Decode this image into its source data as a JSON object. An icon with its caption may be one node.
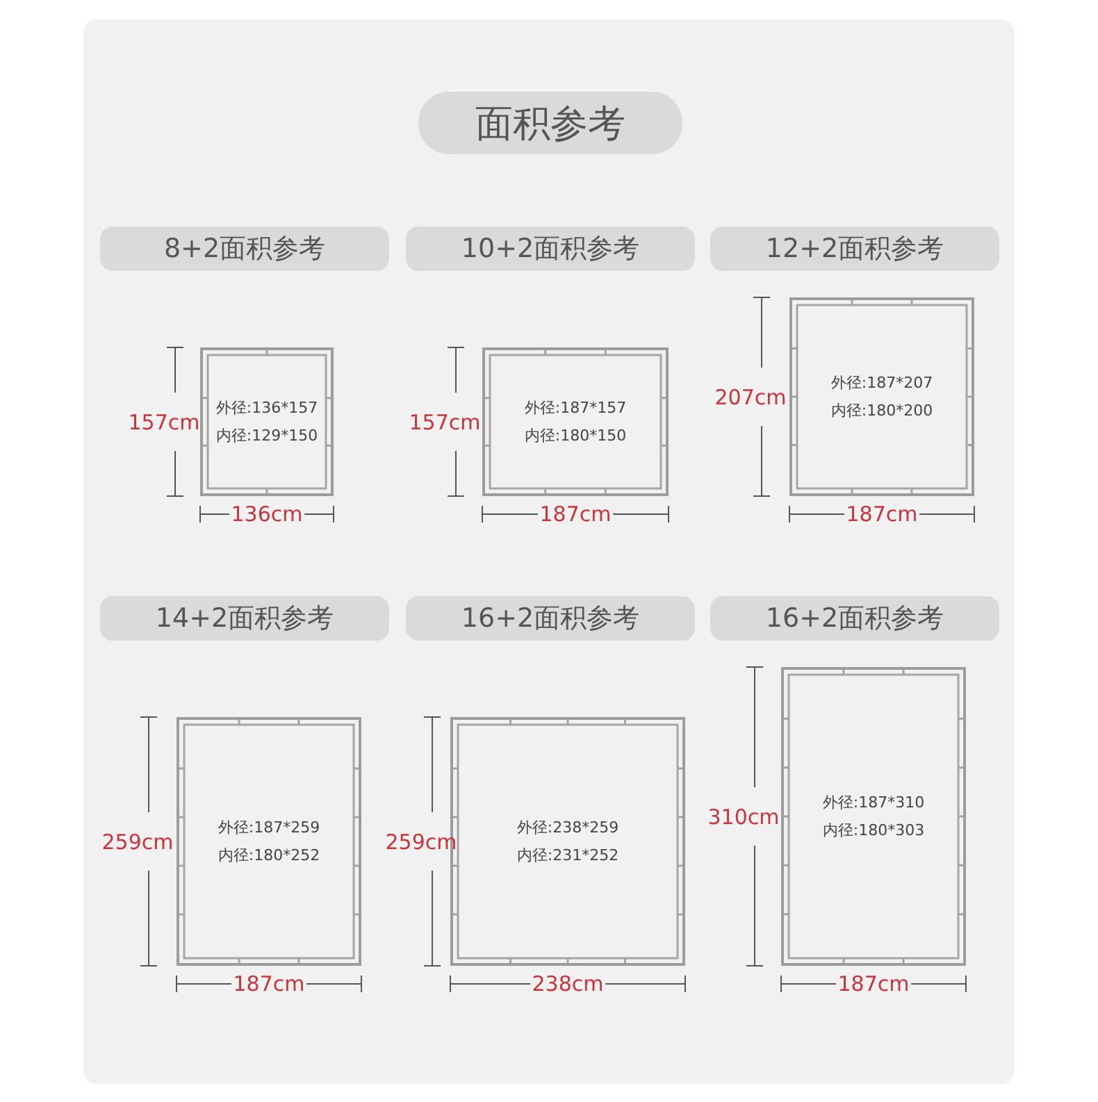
{
  "diagram": {
    "nodes": [
      {
        "text": [
          "面积参考"
        ]
      },
      {
        "text": [
          "8+2面积参考"
        ]
      },
      {
        "text": [
          "10+2面积参考"
        ]
      },
      {
        "text": [
          "12+2面积参考"
        ]
      },
      {
        "text": [
          "14+2面积参考"
        ]
      },
      {
        "text": [
          "16+2面积参考"
        ]
      },
      {
        "text": [
          "16+2面积参考"
        ]
      },
      {
        "text": [
          "外径:136*157",
          "内径:129*150"
        ],
        "beside": [
          "157cm",
          "136cm"
        ]
      },
      {
        "text": [
          "外径:187*157",
          "内径:180*150"
        ],
        "beside": [
          "157cm",
          "187cm"
        ]
      },
      {
        "text": [
          "外径:187*207",
          "内径:180*200"
        ],
        "beside": [
          "207cm",
          "187cm"
        ]
      },
      {
        "text": [
          "外径:187*259",
          "内径:180*252"
        ],
        "beside": [
          "259cm",
          "187cm"
        ]
      },
      {
        "text": [
          "外径:238*259",
          "内径:231*252"
        ],
        "beside": [
          "259cm",
          "238cm"
        ]
      },
      {
        "text": [
          "外径:187*310",
          "内径:180*303"
        ],
        "beside": [
          "310cm",
          "187cm"
        ]
      }
    ]
  }
}
